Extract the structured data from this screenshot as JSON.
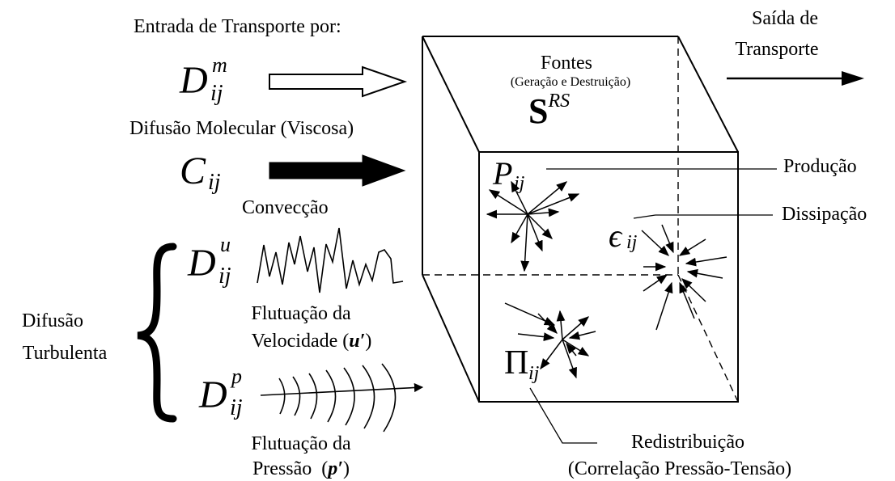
{
  "header": {
    "input_title": "Entrada de Transporte por:",
    "output_title_line1": "Saída de",
    "output_title_line2": "Transporte"
  },
  "box": {
    "title": "Fontes",
    "subtitle": "(Geração e Destruição)",
    "symbol": "S",
    "symbol_sup": "RS"
  },
  "terms": {
    "dm": {
      "base": "D",
      "sup": "m",
      "sub": "ij",
      "label": "Difusão Molecular (Viscosa)"
    },
    "c": {
      "base": "C",
      "sub": "ij",
      "label": "Convecção"
    },
    "du": {
      "base": "D",
      "sup": "u",
      "sub": "ij",
      "label_line1": "Flutuação da",
      "label_line2_text": "Velocidade",
      "label_line2_open": "(",
      "label_line2_var": "u′",
      "label_line2_close": ")"
    },
    "dp": {
      "base": "D",
      "sup": "p",
      "sub": "ij",
      "label_line1": "Flutuação da",
      "label_line2_text": "Pressão",
      "label_line2_open": "(",
      "label_line2_var": "p′",
      "label_line2_close": ")"
    },
    "turb": {
      "line1": "Difusão",
      "line2": "Turbulenta"
    },
    "prod": {
      "base": "P",
      "sub": "ij",
      "label": "Produção"
    },
    "diss": {
      "base": "ϵ",
      "sub": "ij",
      "label": "Dissipação"
    },
    "redis": {
      "base": "Π",
      "sub": "ij",
      "label_line1": "Redistribuição",
      "label_line2": "(Correlação Pressão-Tensão)"
    }
  }
}
